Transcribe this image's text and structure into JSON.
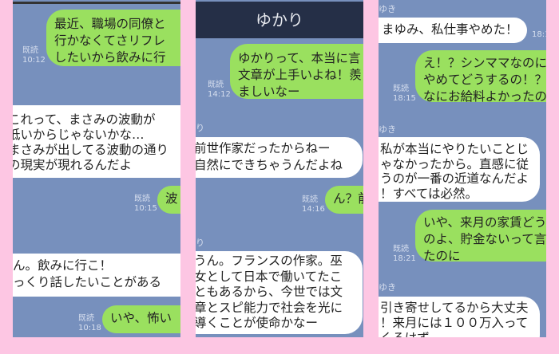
{
  "panels": [
    {
      "messages": [
        {
          "side": "me",
          "text": "最近、職場の同僚と\n行かなくてさリフレ\nしたいから飲みに行",
          "read": "既読",
          "time": "10:12"
        },
        {
          "side": "other",
          "text": "これって、まさみの波動が\n低いからじゃないかな…\nまさみが出してる波動の通り\nの現実が現れるんだよ"
        },
        {
          "side": "me",
          "text": "波",
          "read": "既読",
          "time": "10:15"
        },
        {
          "side": "other",
          "text": "ん。飲みに行こ！\nっくり話したいことがある"
        },
        {
          "side": "me",
          "text": "いや、怖い",
          "read": "既読",
          "time": "10:18"
        }
      ]
    },
    {
      "header": "ゆかり",
      "sender": "り",
      "messages": [
        {
          "side": "me",
          "text": "ゆかりって、本当に言\n文章が上手いよね！羨\nましいなー",
          "read": "既読",
          "time": "14:12"
        },
        {
          "side": "other",
          "text": "前世作家だったからねー\n自然にできちゃうんだよね"
        },
        {
          "side": "me",
          "text": "ん？前",
          "read": "既読",
          "time": "14:16"
        },
        {
          "side": "other",
          "text": "うん。フランスの作家。巫\n女として日本で働いてたこ\nともあるから、今世では文\n章とスピ能力で社会を光に\n導くことが使命かなー"
        }
      ]
    },
    {
      "sender": "ゆき",
      "messages": [
        {
          "side": "other",
          "text": "まゆみ、私仕事やめた！",
          "time": "18:1"
        },
        {
          "side": "me",
          "text": "え！？シンママなのに\nやめてどうするの！？\nなにお給料よかったの",
          "read": "既読",
          "time": "18:15"
        },
        {
          "side": "other",
          "text": "私が本当にやりたいことじ\nゃなかったから。直感に従\nうのが一番の近道なんだよ\n！すべては必然。"
        },
        {
          "side": "me",
          "text": "いや、来月の家賃どう\nのよ、貯金ないって言\nたのに",
          "read": "既読",
          "time": "18:21"
        },
        {
          "side": "other",
          "text": "引き寄せしてるから大丈夫\n！来月には１００万入って\nくるはず"
        }
      ]
    }
  ],
  "colors": {
    "background": "#fdc6e3",
    "chat": "#7790bd",
    "me": "#9ae05f",
    "other": "#ffffff",
    "header": "#252f47"
  }
}
